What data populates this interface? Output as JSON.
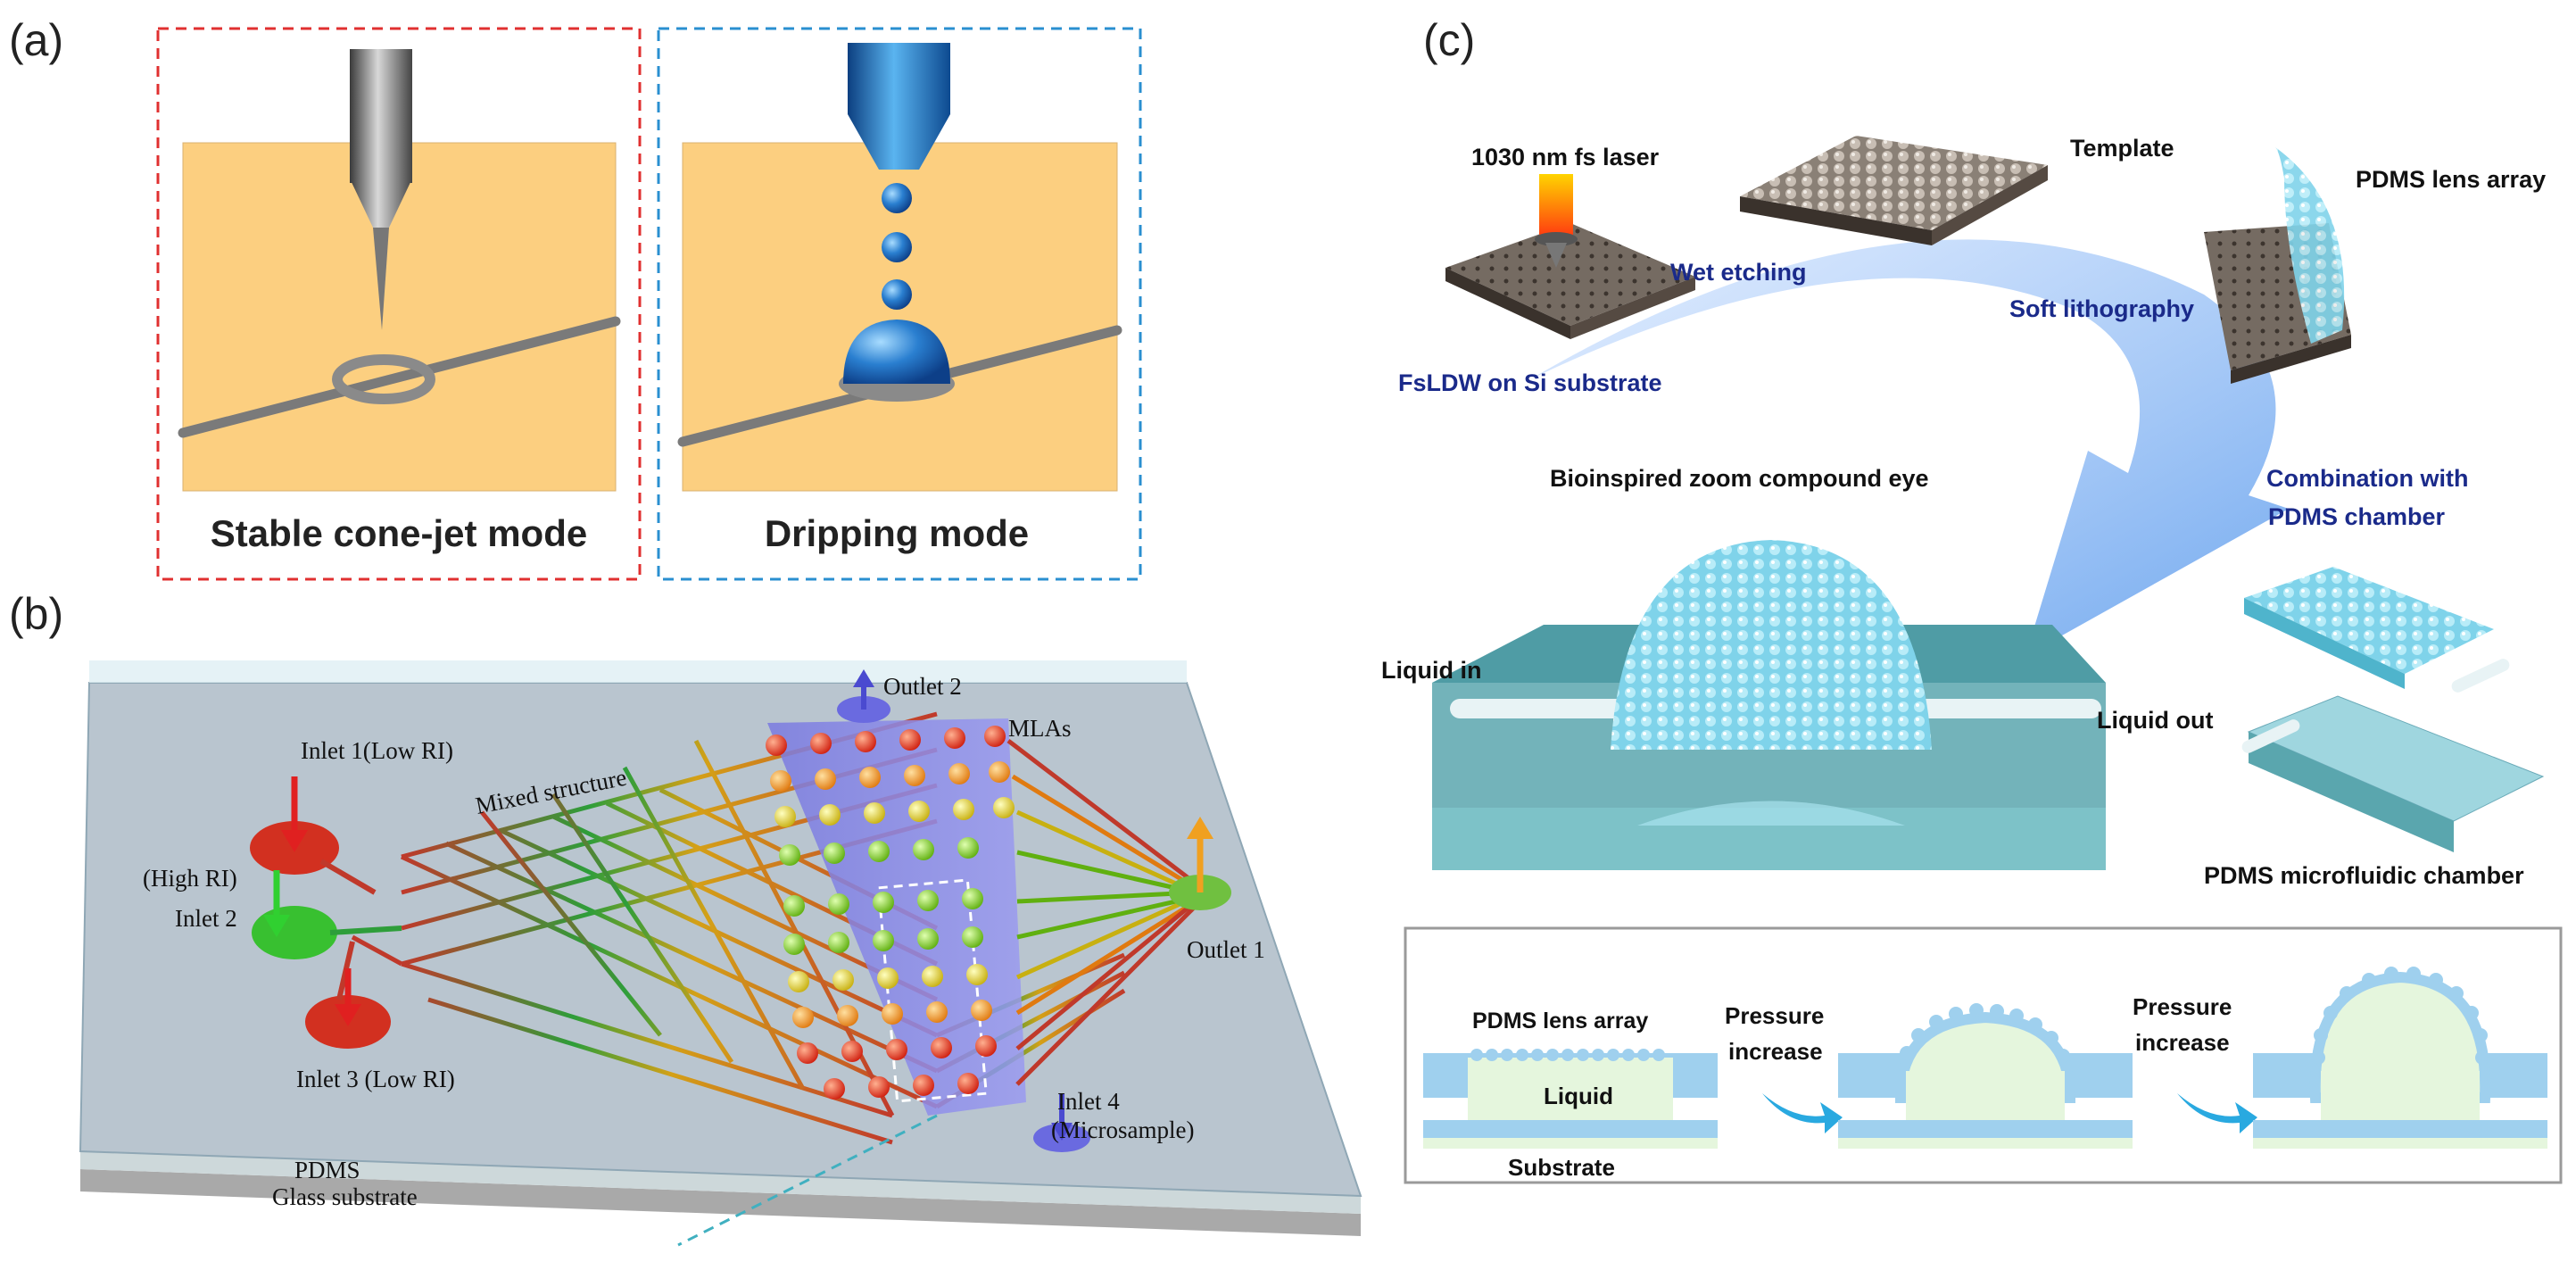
{
  "panel_a": {
    "label": "(a)",
    "left_caption": "Stable cone-jet mode",
    "right_caption": "Dripping mode"
  },
  "panel_b": {
    "label": "(b)",
    "outlet2": "Outlet 2",
    "mlas": "MLAs",
    "inlet1": "Inlet 1(Low RI)",
    "mixed": "Mixed structure",
    "high_ri": "(High RI)",
    "inlet2": "Inlet 2",
    "outlet1": "Outlet 1",
    "inlet3": "Inlet 3 (Low RI)",
    "inlet4": "Inlet  4",
    "microsample": "(Microsample)",
    "pdms": "PDMS",
    "glass": "Glass substrate"
  },
  "panel_c": {
    "label": "(c)",
    "laser": "1030 nm fs laser",
    "template": "Template",
    "pdms_lens_array_top": "PDMS lens array",
    "wet_etching": "Wet etching",
    "soft_lithography": "Soft lithography",
    "fsldw": "FsLDW on Si substrate",
    "compound_eye": "Bioinspired zoom compound eye",
    "combination_1": "Combination with",
    "combination_2": "PDMS chamber",
    "liquid_in": "Liquid in",
    "liquid_out": "Liquid out",
    "chamber": "PDMS microfluidic chamber",
    "lens_array_inset": "PDMS lens array",
    "liquid_inset": "Liquid",
    "substrate_inset": "Substrate",
    "pressure_1": "Pressure",
    "increase_1": "increase",
    "pressure_2": "Pressure",
    "increase_2": "increase"
  },
  "colors": {
    "bg_orange": "#fccf80",
    "red_dash": "#e03030",
    "blue_dash": "#2a8fd0",
    "navy_text": "#1a2a8a",
    "pdms_blue": "#9fd0ee",
    "liquid_green": "#e5f6dd"
  }
}
